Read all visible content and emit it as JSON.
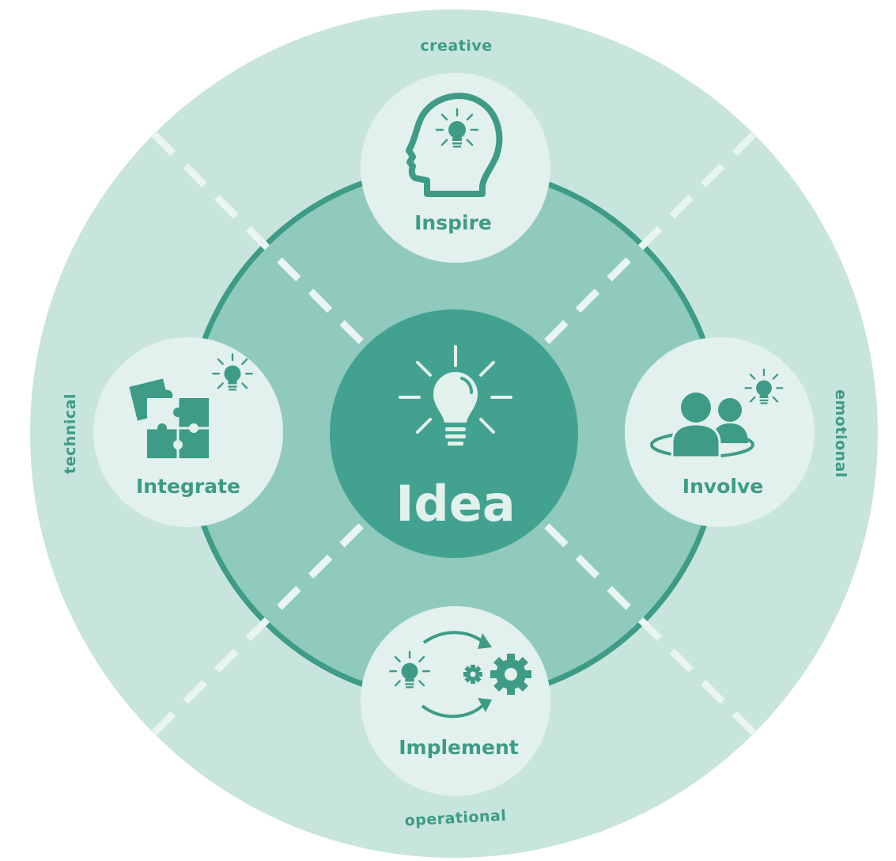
{
  "center": {
    "label": "Idea",
    "icon": "lightbulb-icon"
  },
  "dimensions": {
    "top": "creative",
    "right": "emotional",
    "bottom": "operational",
    "left": "technical"
  },
  "nodes": {
    "inspire": {
      "label": "Inspire",
      "icon": "head-lightbulb-icon"
    },
    "involve": {
      "label": "Involve",
      "icon": "people-lightbulb-icon"
    },
    "implement": {
      "label": "Implement",
      "icon": "lightbulb-to-gears-icon"
    },
    "integrate": {
      "label": "Integrate",
      "icon": "puzzle-lightbulb-icon"
    }
  },
  "colors": {
    "outer_ring": "#c7e4dd",
    "middle_ring": "#8fcabd",
    "ring_stroke": "#3d9b86",
    "center": "#42a28f",
    "node_fill": "#e2f1ed",
    "accent": "#3d9b86",
    "dash": "#eaf5f2"
  }
}
